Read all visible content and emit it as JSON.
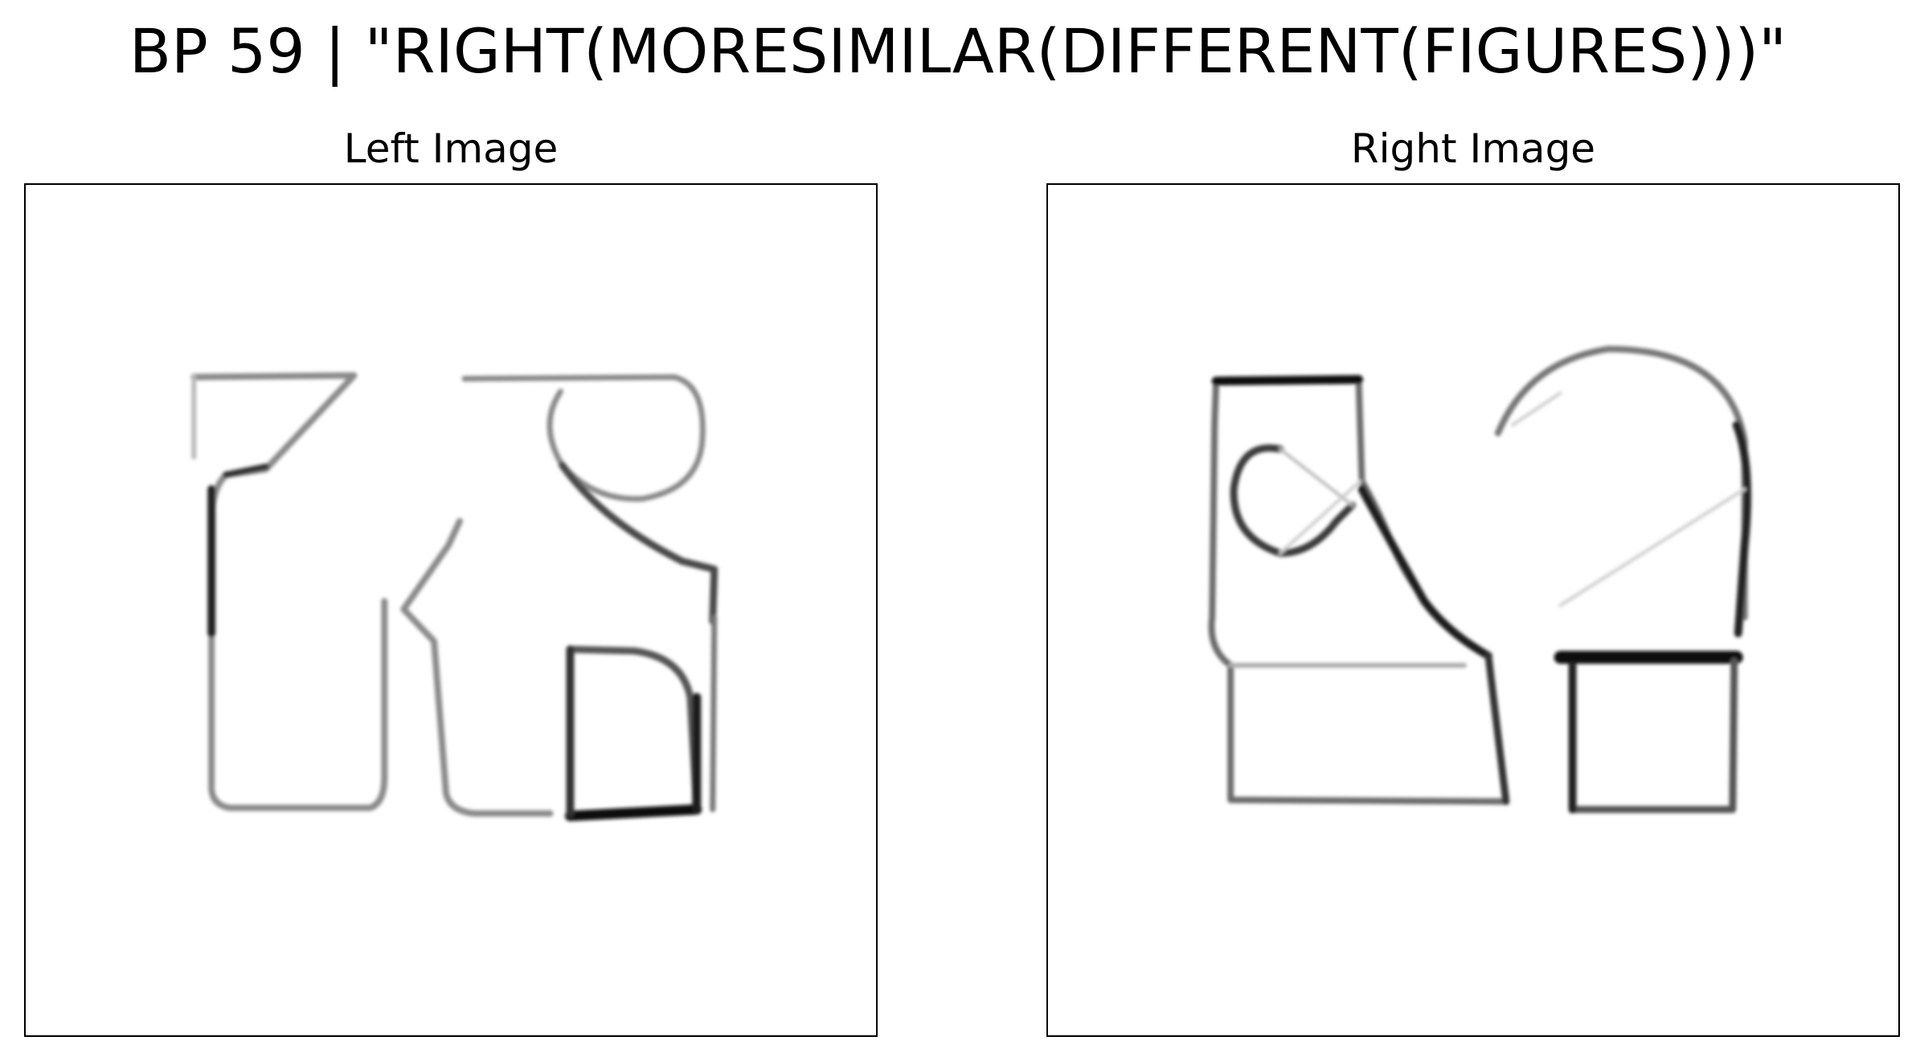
{
  "title": "BP 59 | \"RIGHT(MORESIMILAR(DIFFERENT(FIGURES)))\"",
  "panels": {
    "left": {
      "title": "Left Image"
    },
    "right": {
      "title": "Right Image"
    }
  }
}
